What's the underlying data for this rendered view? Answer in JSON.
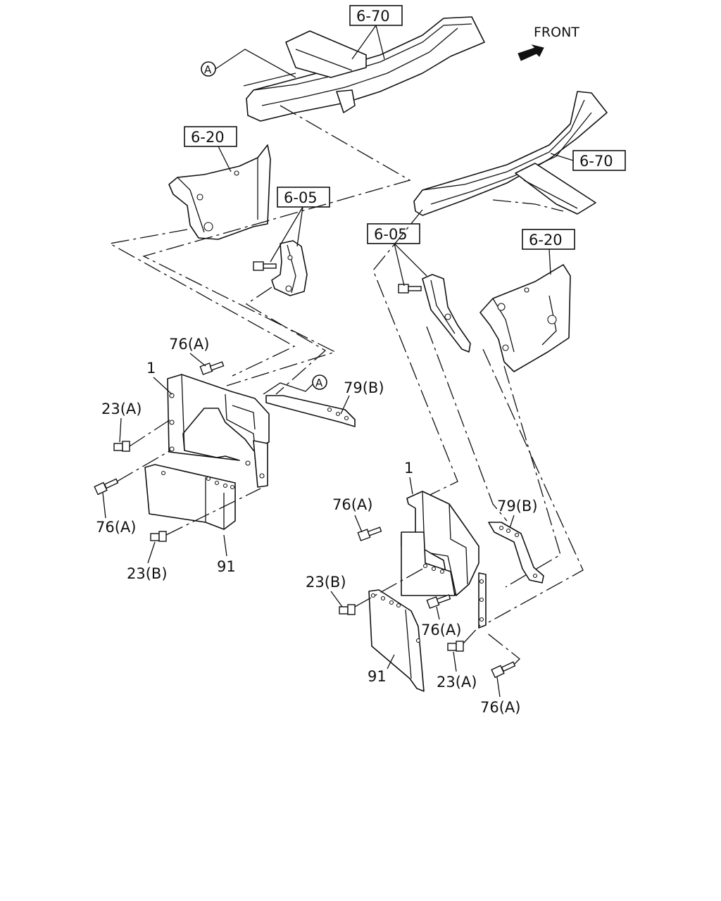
{
  "direction": {
    "label": "FRONT"
  },
  "callouts": {
    "ref_6_70": "6-70",
    "ref_6_20": "6-20",
    "ref_6_05": "6-05",
    "circle_a": "A"
  },
  "parts": {
    "p1": "1",
    "p23a": "23(A)",
    "p23b": "23(B)",
    "p76a": "76(A)",
    "p79b": "79(B)",
    "p91": "91"
  }
}
